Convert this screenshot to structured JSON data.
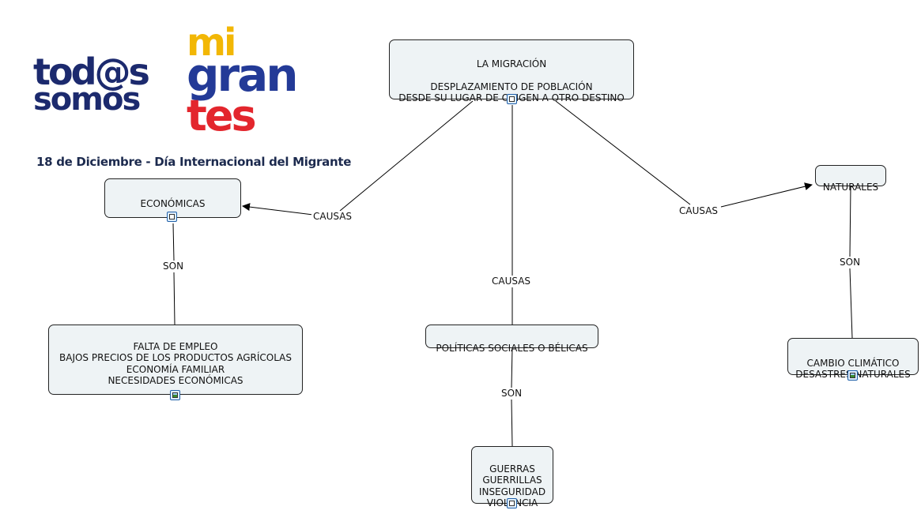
{
  "logo": {
    "word_todos": "tod@s",
    "word_somos": "somos",
    "word_mi": "mi",
    "word_gran": "gran",
    "word_tes": "tes",
    "date_line": "18 de Diciembre - Día Internacional del Migrante",
    "colors": {
      "navy": "#1c2a6e",
      "yellow": "#f2b705",
      "blue": "#233a97",
      "red": "#e3262d"
    }
  },
  "nodes": {
    "migracion": "LA MIGRACIÓN\n\nDESPLAZAMIENTO DE POBLACIÓN\nDESDE SU LUGAR DE ORIGEN A OTRO DESTINO",
    "economicas": "ECONÓMICAS",
    "naturales": "NATURALES",
    "politicas": "POLÍTICAS SOCIALES O BÉLICAS",
    "falta_empleo": "FALTA DE EMPLEO\nBAJOS PRECIOS DE LOS PRODUCTOS AGRÍCOLAS\nECONOMÍA FAMILIAR\nNECESIDADES ECONÓMICAS",
    "guerras": "GUERRAS\nGUERRILLAS\nINSEGURIDAD\nVIOLENCIA",
    "cambio_climatico": "CAMBIO CLIMÁTICO\nDESASTRES NATURALES"
  },
  "links": {
    "causas_left": "CAUSAS",
    "causas_center": "CAUSAS",
    "causas_right": "CAUSAS",
    "son_left": "SON",
    "son_center": "SON",
    "son_right": "SON"
  },
  "icons": {
    "migracion": "document-resource-icon",
    "economicas": "document-resource-icon",
    "falta_empleo": "image-resource-icon",
    "guerras": "document-resource-icon",
    "cambio_climatico": "image-resource-icon"
  }
}
